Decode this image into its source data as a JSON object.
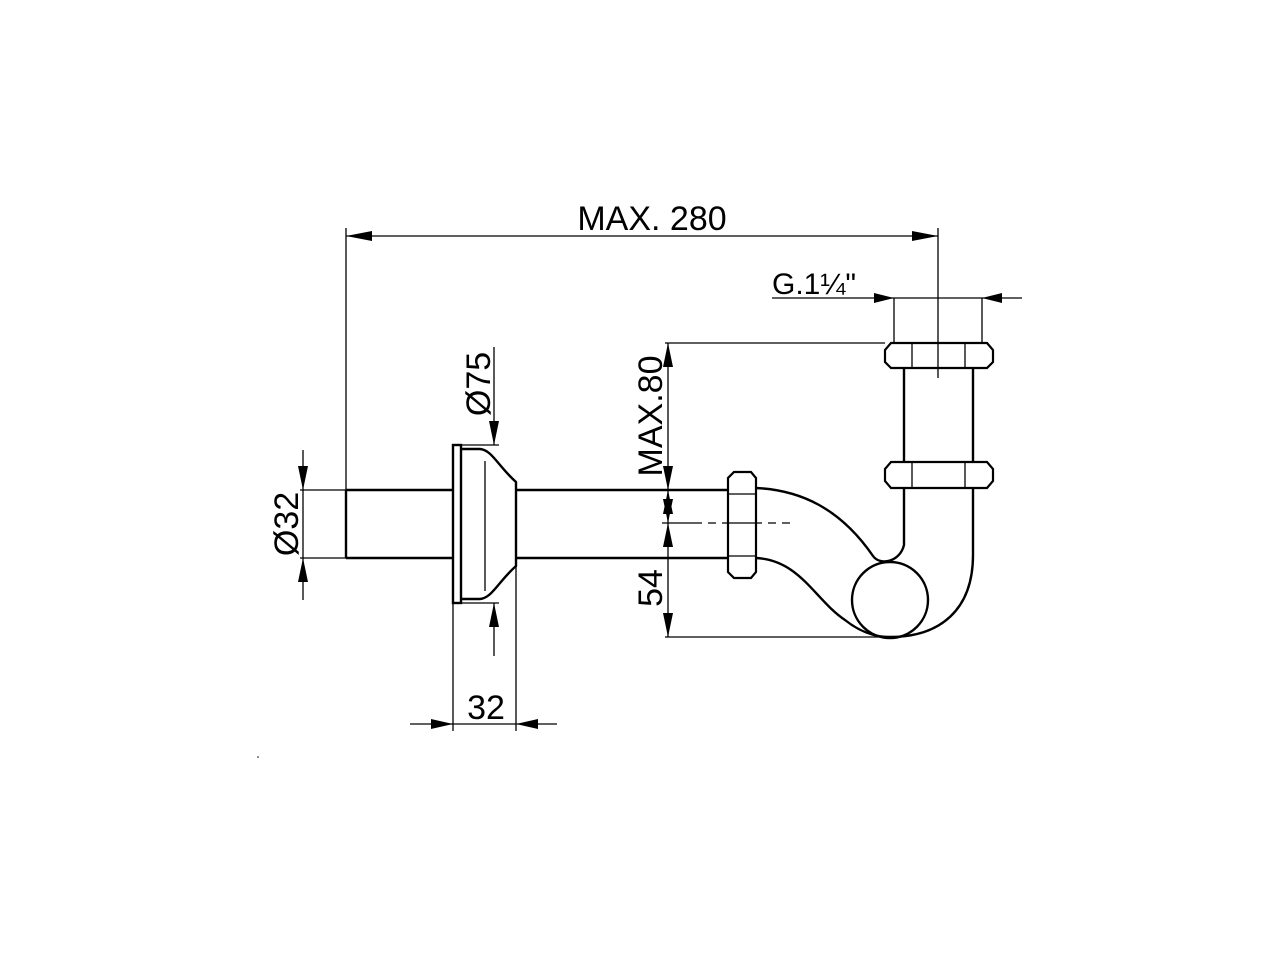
{
  "dimensions": {
    "overall_length": "MAX. 280",
    "thread": "G.1¼\"",
    "height_max": "MAX.80",
    "drop": "54",
    "pipe_diameter": "Ø32",
    "flange_diameter": "Ø75",
    "flange_depth": "32"
  }
}
